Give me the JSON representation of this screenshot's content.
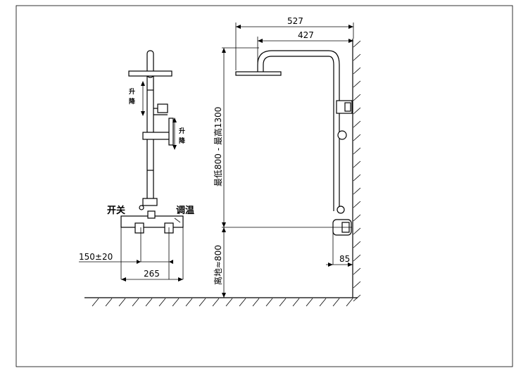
{
  "labels": {
    "switch": "开关",
    "temp_control": "调温",
    "lift_1": "升",
    "lower_1": "降",
    "lift_2": "升",
    "lower_2": "降"
  },
  "dimensions": {
    "width_total": "527",
    "width_arm": "427",
    "height_range": "最低800 - 最高1300",
    "floor_height": "离地≈800",
    "wall_offset": "85",
    "inlet_spacing": "150±20",
    "body_width": "265"
  }
}
